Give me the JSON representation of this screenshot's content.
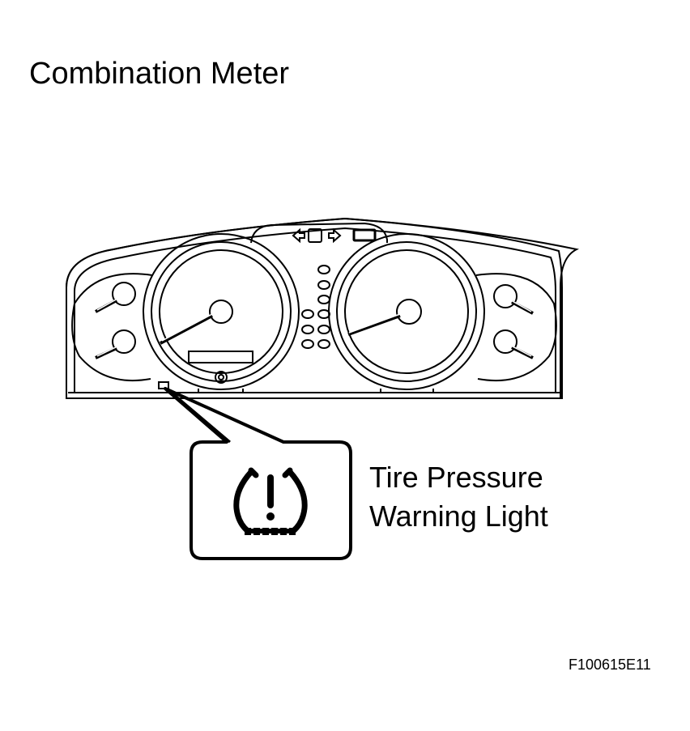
{
  "title": "Combination Meter",
  "callout": {
    "line1": "Tire Pressure",
    "line2": "Warning Light",
    "icon": "tire-pressure-warning-icon"
  },
  "figure_id": "F100615E11",
  "colors": {
    "ink": "#000000",
    "background": "#ffffff"
  }
}
